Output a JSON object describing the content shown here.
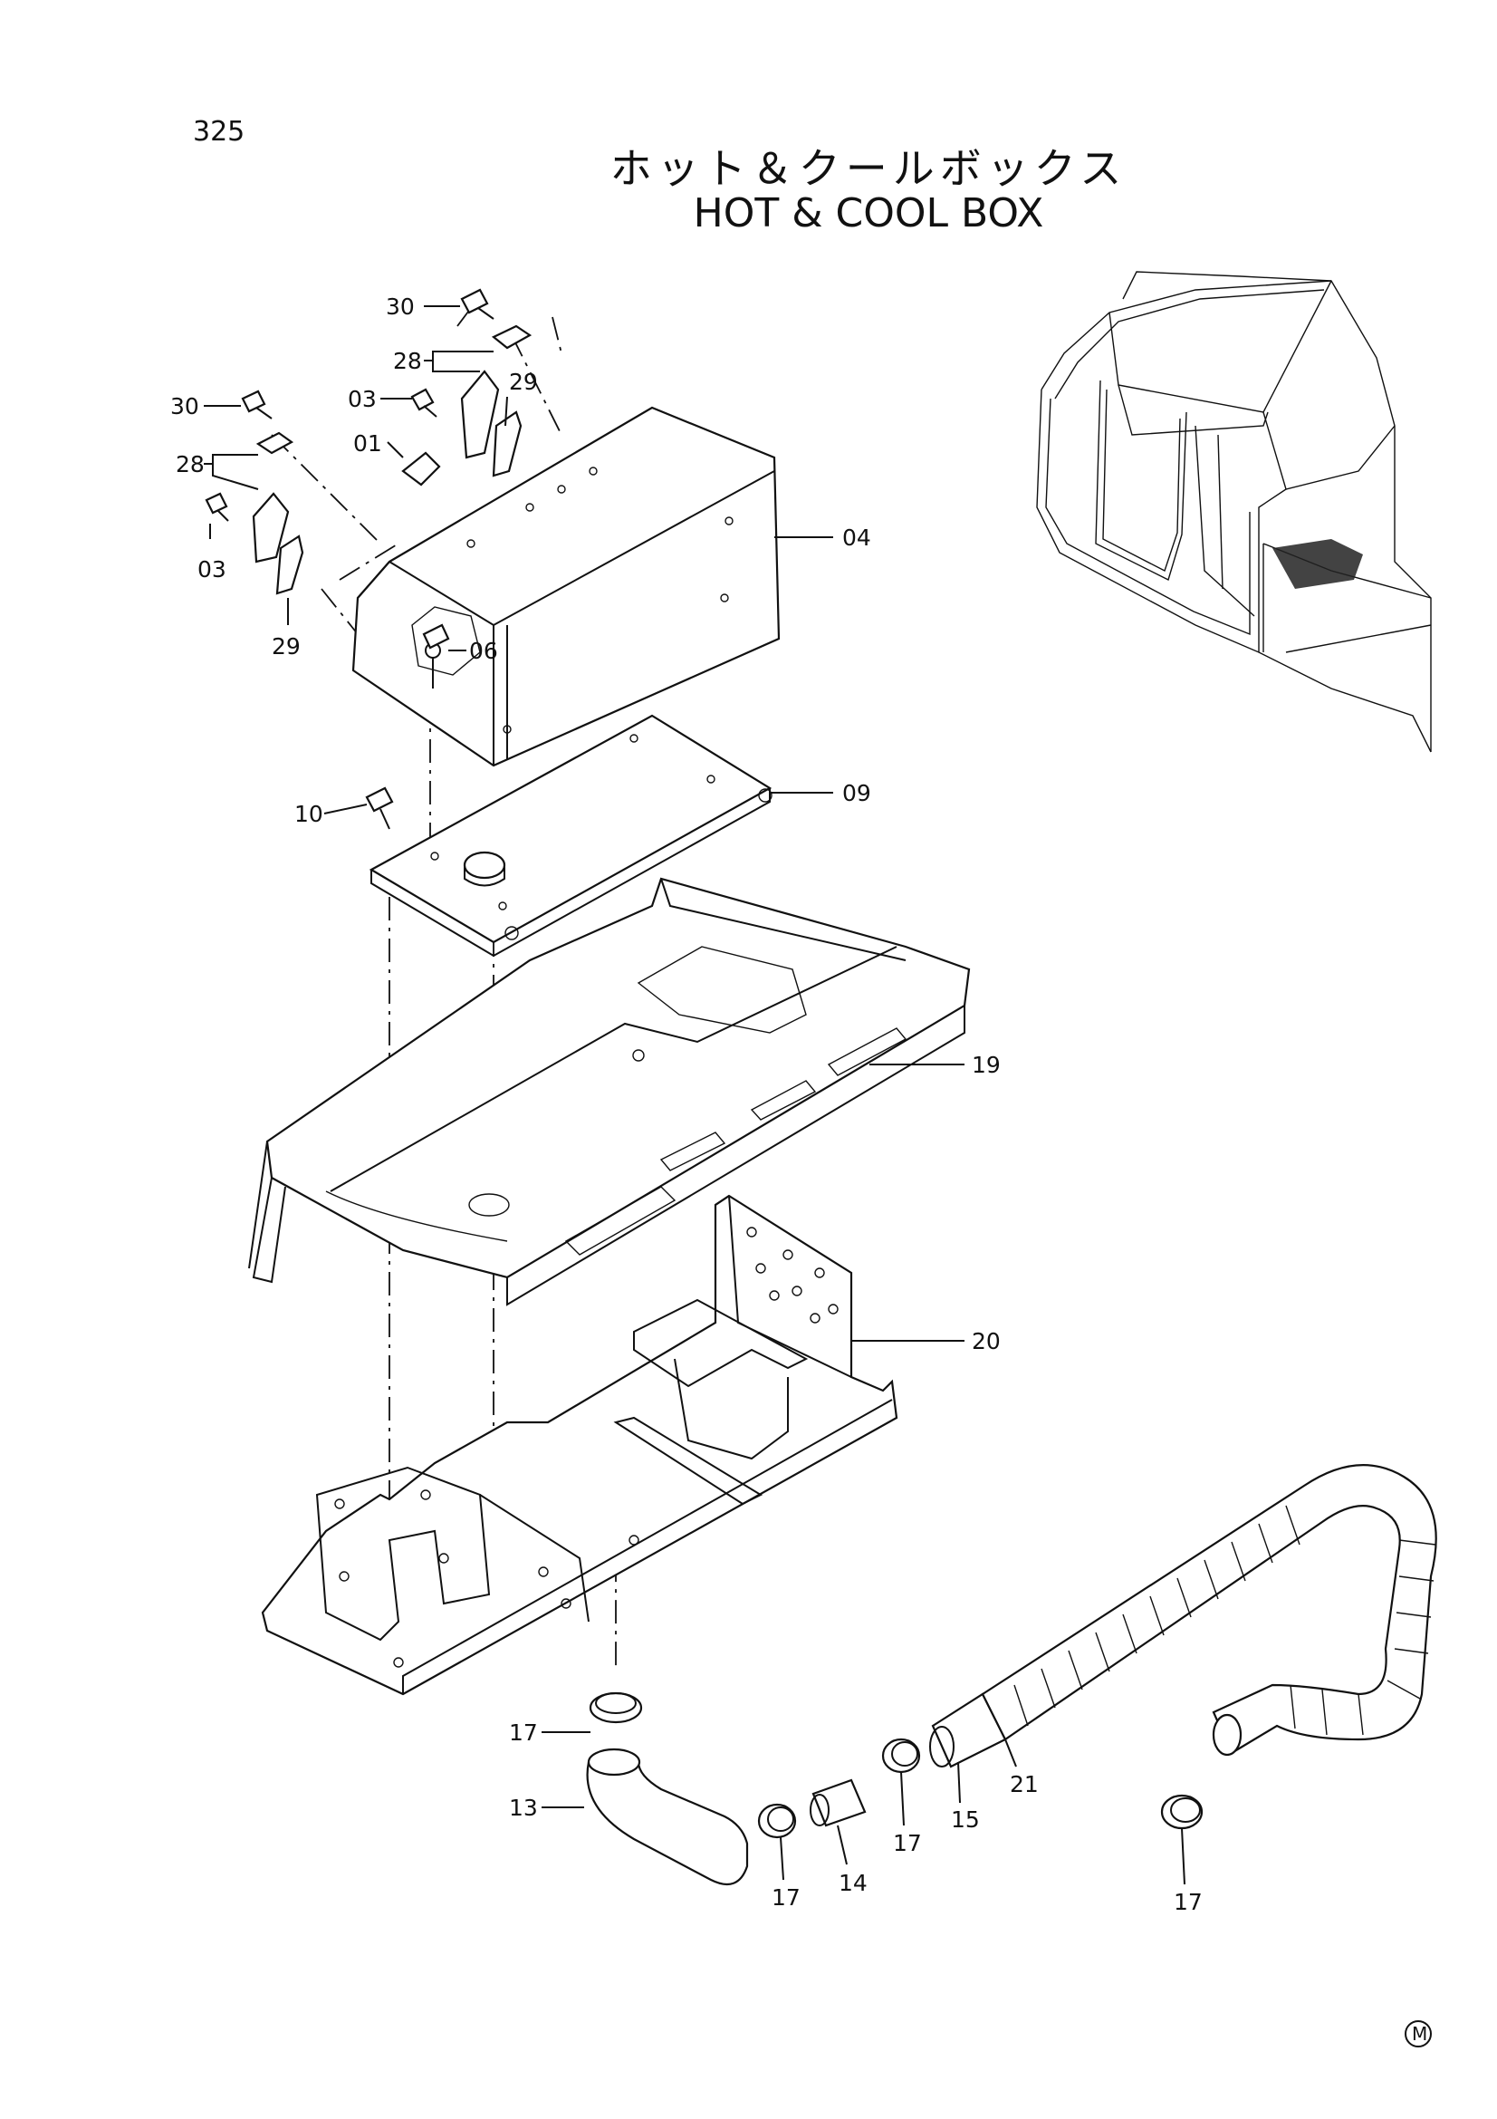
{
  "page": {
    "number": "325"
  },
  "title": {
    "japanese": "ホット＆クールボックス",
    "english": "HOT & COOL  BOX"
  },
  "callouts": [
    "30",
    "28",
    "03",
    "29",
    "30",
    "28",
    "03",
    "29",
    "01",
    "04",
    "06",
    "09",
    "10",
    "19",
    "20",
    "17",
    "13",
    "17",
    "14",
    "17",
    "15",
    "21",
    "17"
  ],
  "footer": {
    "mark": "M"
  }
}
